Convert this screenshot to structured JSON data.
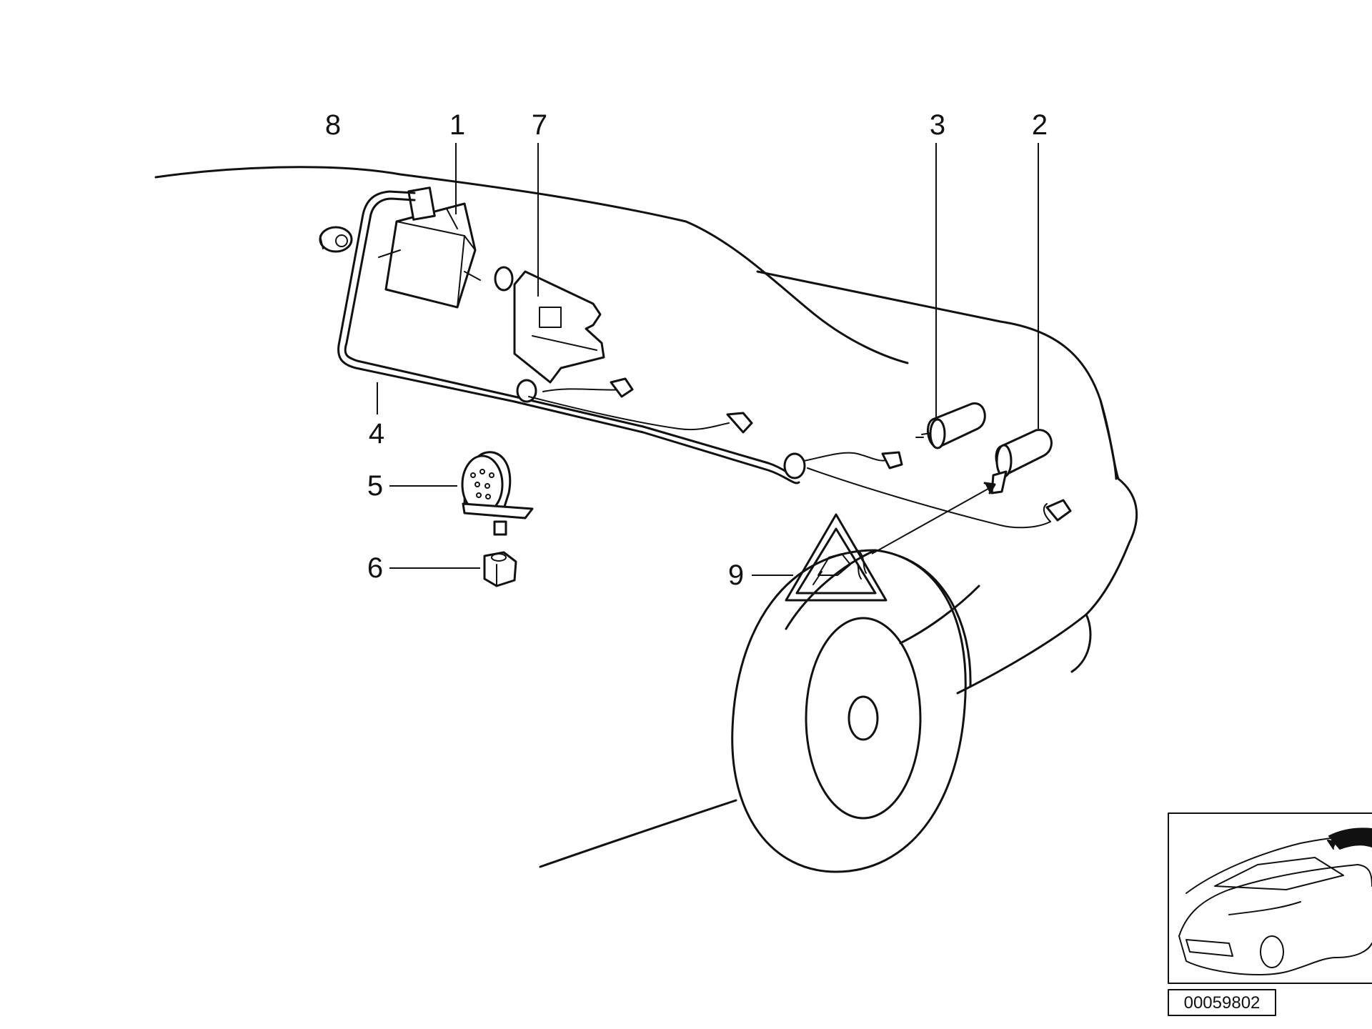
{
  "diagram": {
    "callouts": [
      {
        "id": "callout-1",
        "label": "1"
      },
      {
        "id": "callout-2",
        "label": "2"
      },
      {
        "id": "callout-3",
        "label": "3"
      },
      {
        "id": "callout-4",
        "label": "4"
      },
      {
        "id": "callout-5",
        "label": "5"
      },
      {
        "id": "callout-6",
        "label": "6"
      },
      {
        "id": "callout-7",
        "label": "7"
      },
      {
        "id": "callout-8",
        "label": "8"
      },
      {
        "id": "callout-9",
        "label": "9"
      }
    ],
    "reference_number": "00059802"
  },
  "colors": {
    "line": "#111111",
    "background": "#ffffff"
  }
}
